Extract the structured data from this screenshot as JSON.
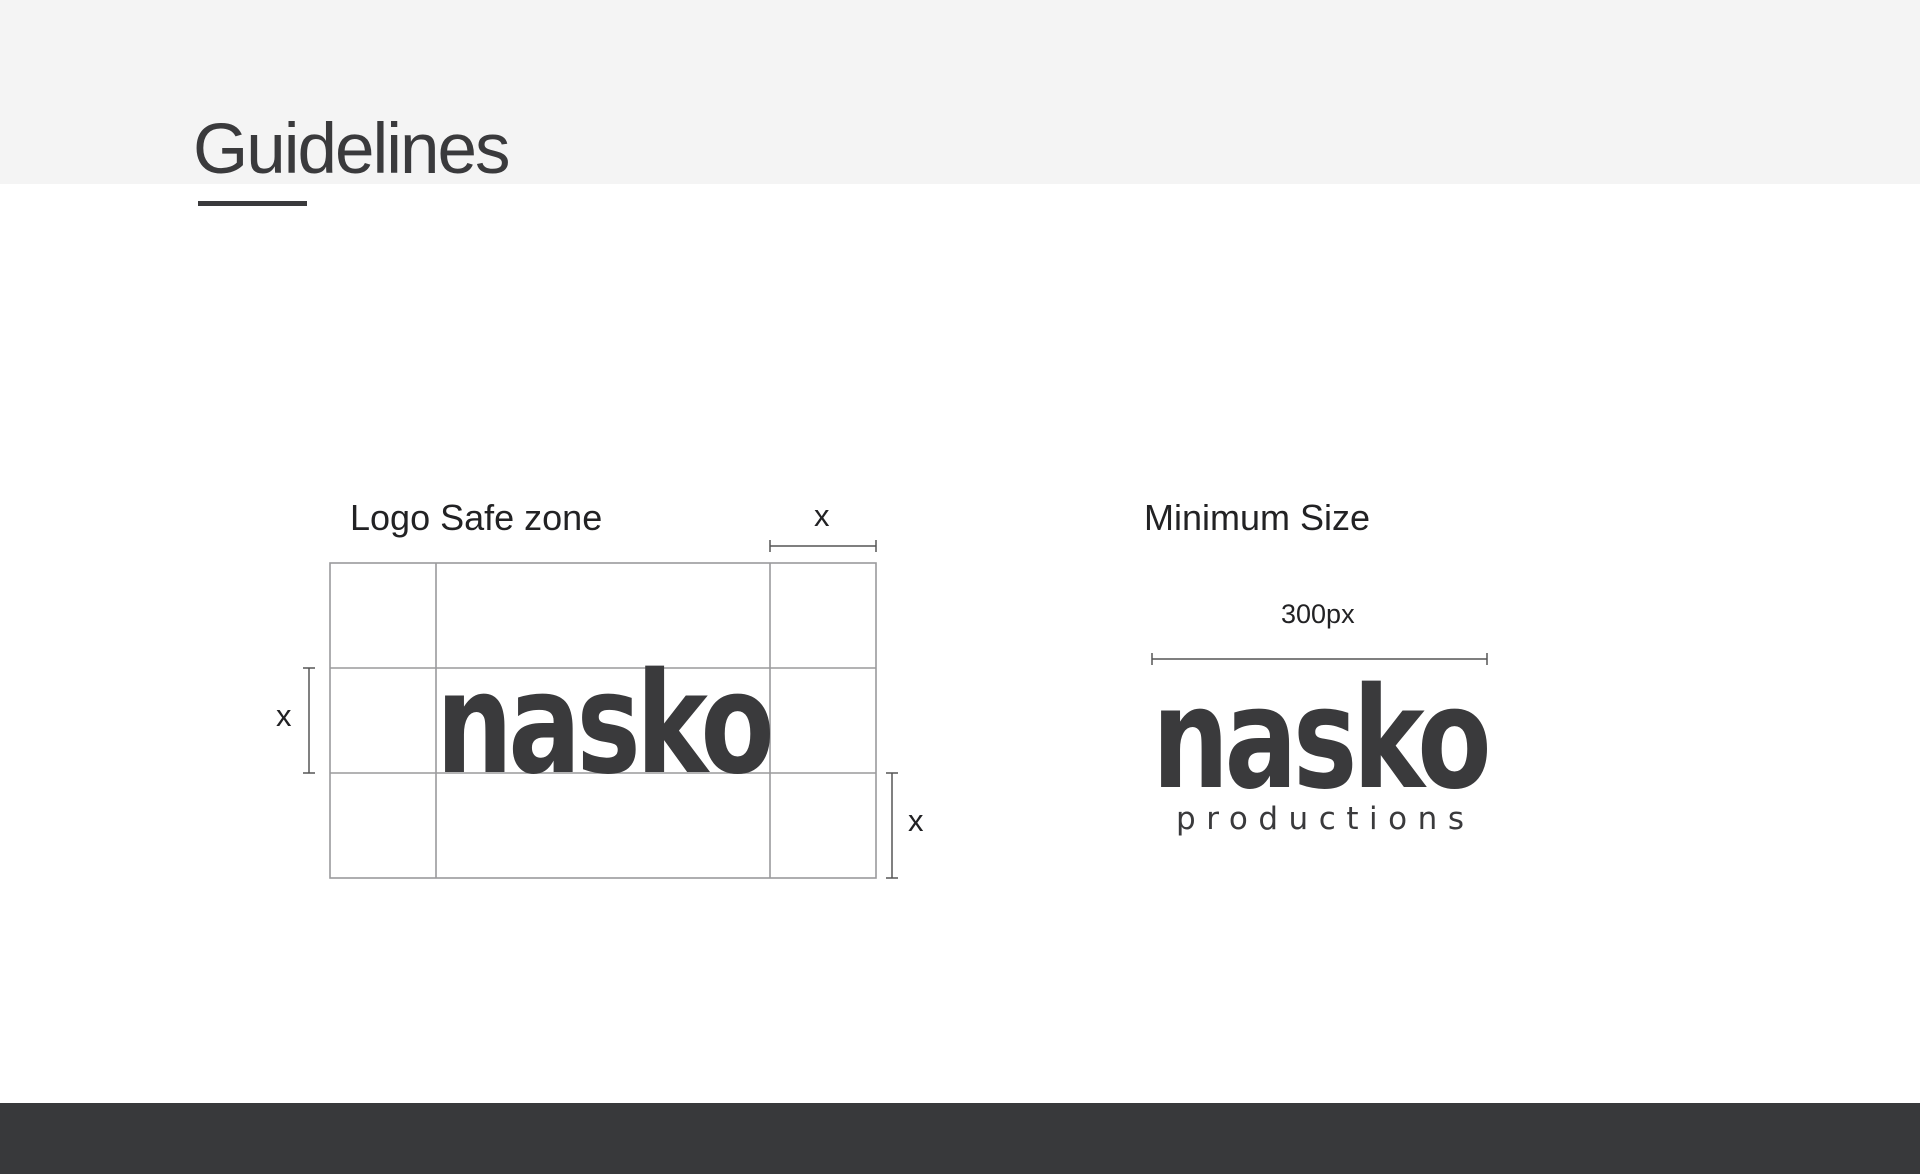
{
  "header": {
    "title": "Guidelines"
  },
  "safe_zone": {
    "label": "Logo Safe zone",
    "unit_top": "x",
    "unit_left": "x",
    "unit_bottom_right": "x",
    "logo_text": "nasko"
  },
  "minimum_size": {
    "label": "Minimum Size",
    "width_label": "300px",
    "logo_text": "nasko",
    "logo_subtext": "productions"
  },
  "colors": {
    "ink": "#3a3a3c",
    "header_band": "#f4f4f4",
    "footer_band": "#38393b"
  }
}
